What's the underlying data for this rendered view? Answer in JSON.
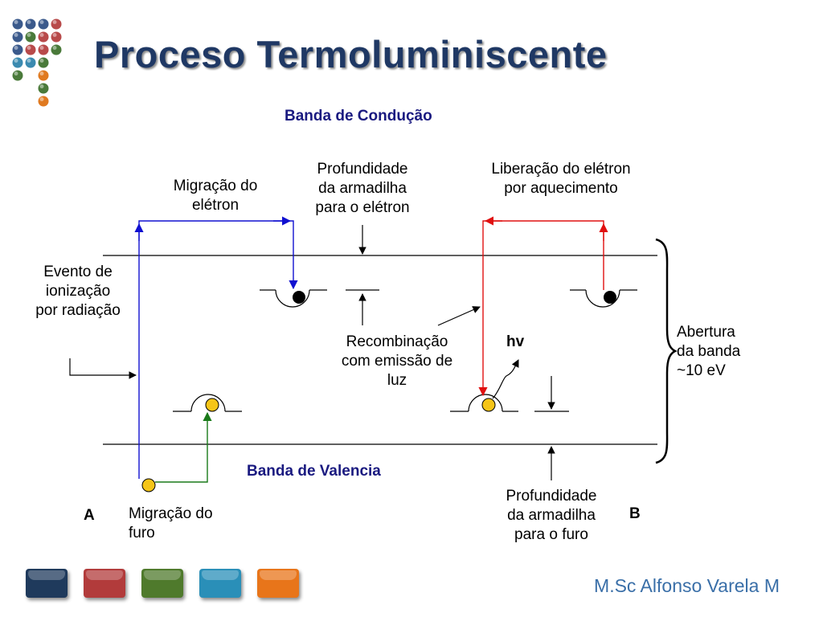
{
  "slide": {
    "title": "Proceso Termoluminiscente",
    "footer": "M.Sc Alfonso Varela M"
  },
  "labels": {
    "conduction_band": "Banda de Condução",
    "valence_band": "Banda de Valencia",
    "electron_migration": [
      "Migração do",
      "elétron"
    ],
    "electron_trap_depth": [
      "Profundidade",
      "da armadilha",
      "para o elétron"
    ],
    "electron_release": [
      "Liberação do elétron",
      "por aquecimento"
    ],
    "ionization_event": [
      "Evento de",
      "ionização",
      "por radiação"
    ],
    "recombination": [
      "Recombinação",
      "com emissão de",
      "luz"
    ],
    "photon": "hv",
    "band_gap": [
      "Abertura",
      "da banda",
      "~10 eV"
    ],
    "hole_trap_depth": [
      "Profundidade",
      "da armadilha",
      "para o furo"
    ],
    "hole_migration": [
      "Migração do",
      "furo"
    ],
    "marker_a": "A",
    "marker_b": "B"
  },
  "logo": {
    "dot_colors": [
      [
        "#3b5a8c",
        "#3b5a8c",
        "#3b5a8c",
        "#b84a4a"
      ],
      [
        "#3b5a8c",
        "#4a7a3a",
        "#b84a4a",
        "#b84a4a"
      ],
      [
        "#3b5a8c",
        "#b84a4a",
        "#b84a4a",
        "#4a7a3a"
      ],
      [
        "#3b8ab0",
        "#3b8ab0",
        "#4a7a3a",
        null
      ],
      [
        "#4a7a3a",
        null,
        "#e07a20",
        null
      ],
      [
        null,
        null,
        "#4a7a3a",
        null
      ],
      [
        null,
        null,
        "#e07a20",
        null
      ]
    ]
  },
  "nav_buttons": [
    {
      "name": "nav-button-dark-blue",
      "color": "#1f3a5c"
    },
    {
      "name": "nav-button-red",
      "color": "#b23b3b"
    },
    {
      "name": "nav-button-green",
      "color": "#4f7a2c"
    },
    {
      "name": "nav-button-cyan",
      "color": "#2a8fb8"
    },
    {
      "name": "nav-button-orange",
      "color": "#e8751a"
    }
  ],
  "colors": {
    "electron_path": "#1010d0",
    "hole_path": "#1a7a1a",
    "release_path": "#e01010",
    "hole_dot": "#f5c518"
  }
}
